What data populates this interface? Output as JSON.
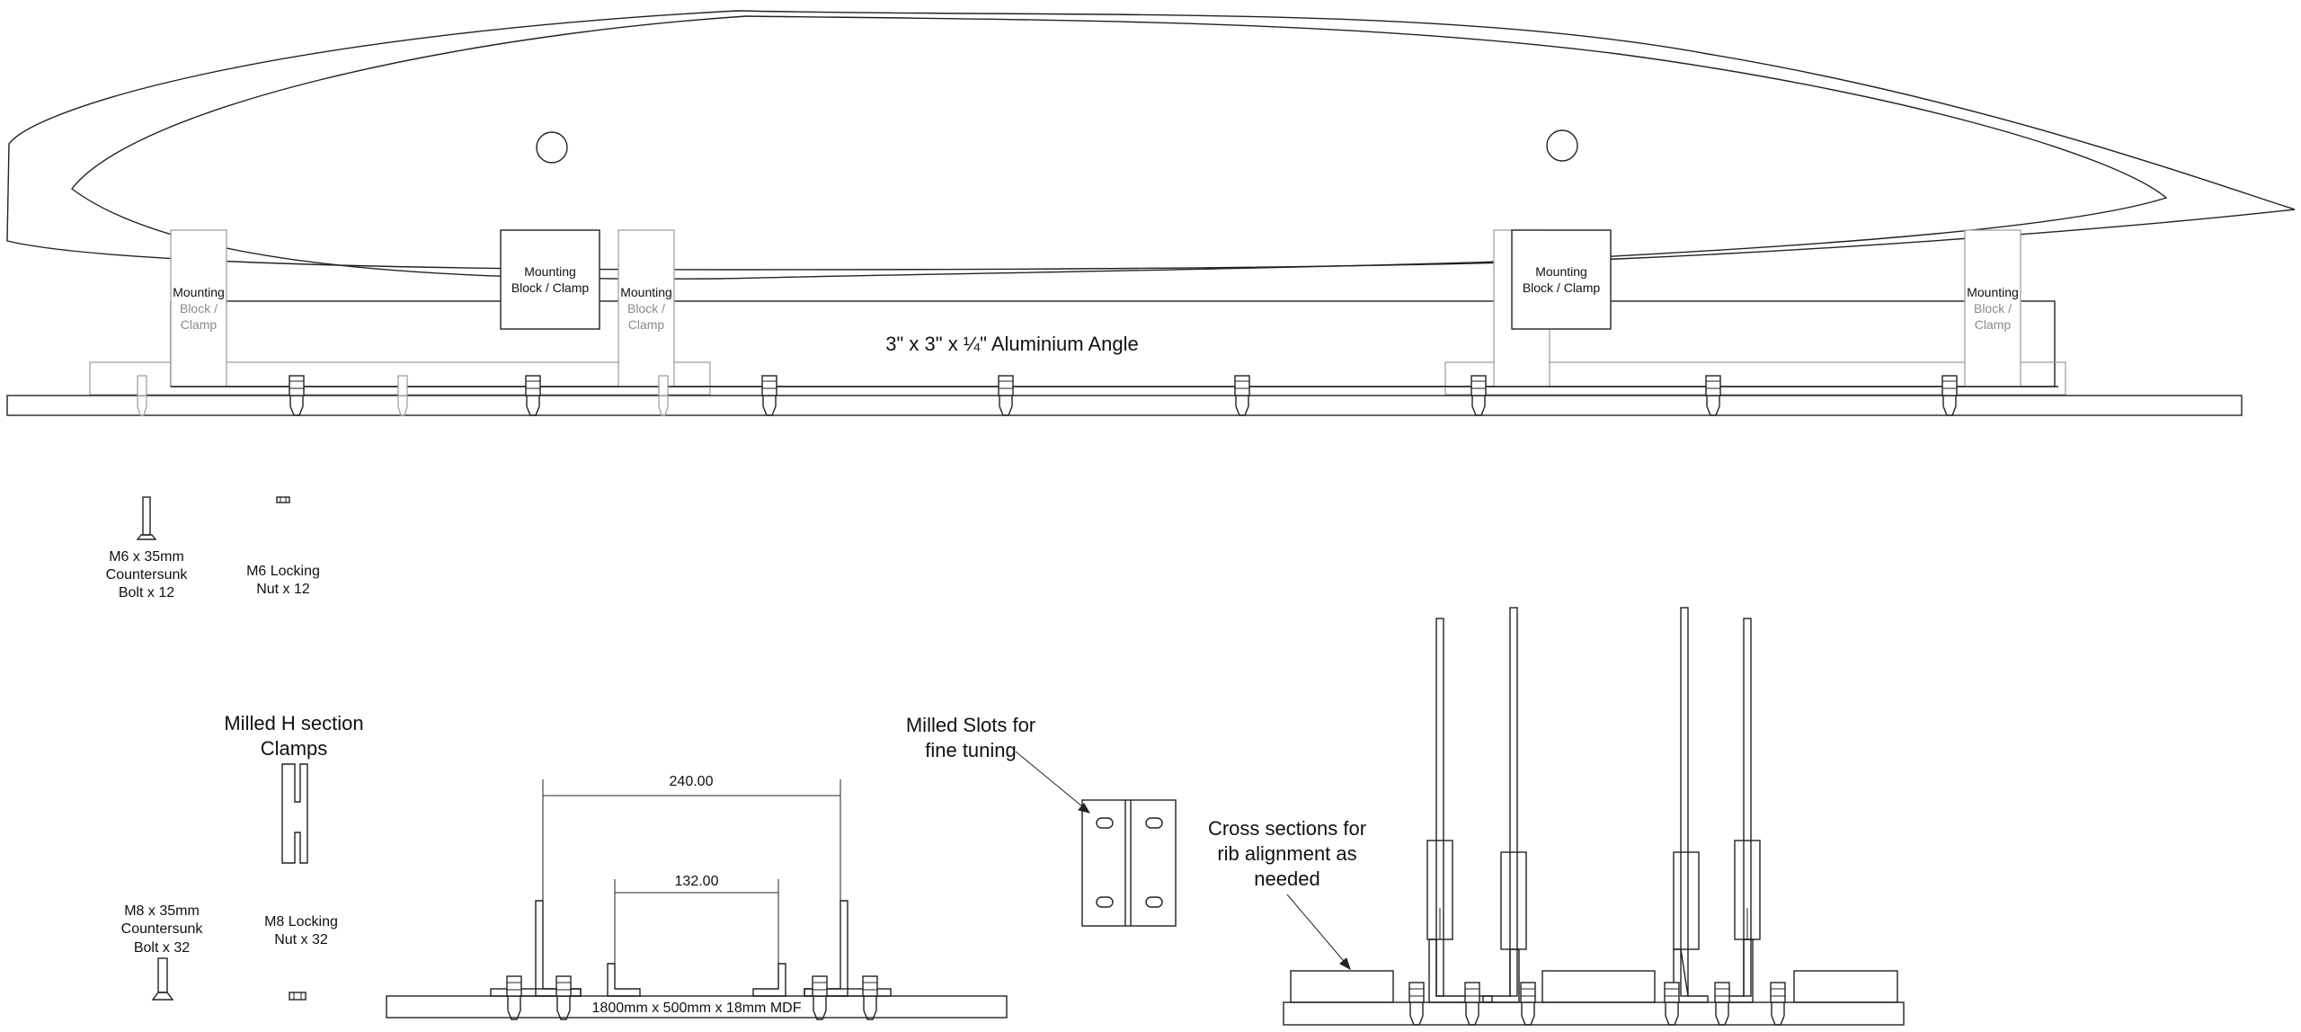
{
  "labels": {
    "mounting_block": [
      "Mounting",
      "Block / Clamp"
    ],
    "mounting_block_stack": [
      "Mounting",
      "Block /",
      "Clamp"
    ],
    "angle": "3\" x 3\" x ¼\" Aluminium Angle",
    "m6_bolt": [
      "M6 x 35mm",
      "Countersunk",
      "Bolt x 12"
    ],
    "m6_nut": [
      "M6 Locking",
      "Nut x 12"
    ],
    "h_clamps": [
      "Milled H section",
      "Clamps"
    ],
    "m8_bolt": [
      "M8 x 35mm",
      "Countersunk",
      "Bolt x 32"
    ],
    "m8_nut": [
      "M8 Locking",
      "Nut x 32"
    ],
    "dim_outer": "240.00",
    "dim_inner": "132.00",
    "base_board": "1800mm x 500mm x 18mm MDF",
    "slots": [
      "Milled Slots for",
      "fine tuning"
    ],
    "cross_sections": [
      "Cross sections for",
      "rib alignment as",
      "needed"
    ]
  },
  "colors": {
    "line": "#222222",
    "ghost_line": "#9a9a9a",
    "background": "#ffffff"
  }
}
